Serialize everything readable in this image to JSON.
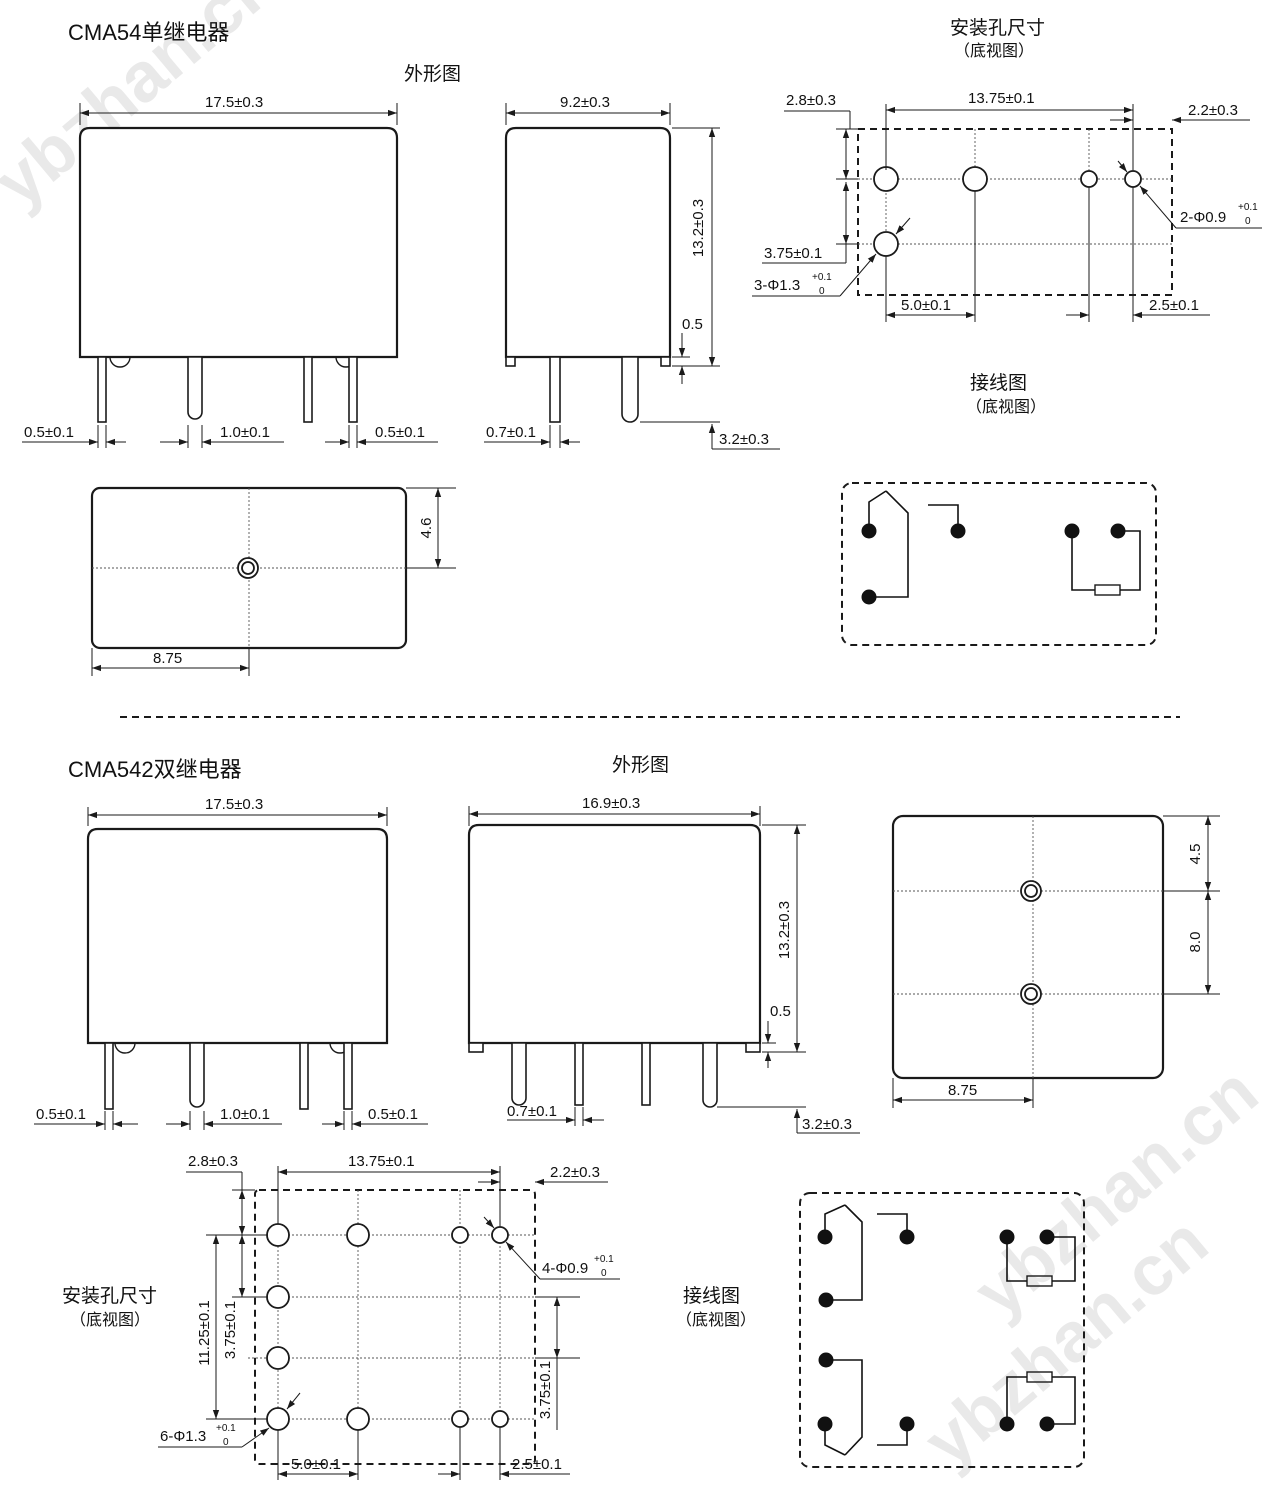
{
  "watermark": "ybzhan.cn",
  "section1": {
    "title": "CMA54单继电器",
    "outline_caption": "外形图",
    "mount_caption": "安装孔尺寸",
    "mount_sub": "（底视图）",
    "wiring_caption": "接线图",
    "wiring_sub": "（底视图）",
    "front": {
      "width": "17.5±0.3",
      "pin_left": "0.5±0.1",
      "pin_mid": "1.0±0.1",
      "pin_right": "0.5±0.1"
    },
    "side": {
      "width": "9.2±0.3",
      "height": "13.2±0.3",
      "standoff": "0.5",
      "pin_w": "0.7±0.1",
      "pin_len": "3.2±0.3"
    },
    "top": {
      "offset_x": "8.75",
      "offset_y": "4.6"
    },
    "mount": {
      "span": "13.75±0.1",
      "left": "2.8±0.3",
      "right": "2.2±0.3",
      "row": "3.75±0.1",
      "hole_big": "3-Φ1.3",
      "hole_small": "2-Φ0.9",
      "tol_top": "+0.1",
      "tol_bottom": "0",
      "pitch": "5.0±0.1",
      "pitch_r": "2.5±0.1"
    }
  },
  "section2": {
    "title": "CMA542双继电器",
    "outline_caption": "外形图",
    "mount_caption": "安装孔尺寸",
    "mount_sub": "（底视图）",
    "wiring_caption": "接线图",
    "wiring_sub": "（底视图）",
    "front": {
      "width": "17.5±0.3",
      "pin_left": "0.5±0.1",
      "pin_mid": "1.0±0.1",
      "pin_right": "0.5±0.1"
    },
    "side": {
      "width": "16.9±0.3",
      "height": "13.2±0.3",
      "standoff": "0.5",
      "pin_w": "0.7±0.1",
      "pin_len": "3.2±0.3"
    },
    "top": {
      "offset_x": "8.75",
      "offset_y1": "4.5",
      "offset_y2": "8.0"
    },
    "mount": {
      "span": "13.75±0.1",
      "left": "2.8±0.3",
      "right": "2.2±0.3",
      "total": "11.25±0.1",
      "row": "3.75±0.1",
      "row_r": "3.75±0.1",
      "hole_big": "6-Φ1.3",
      "hole_small": "4-Φ0.9",
      "tol_top": "+0.1",
      "tol_bottom": "0",
      "pitch": "5.0±0.1",
      "pitch_r": "2.5±0.1"
    }
  }
}
